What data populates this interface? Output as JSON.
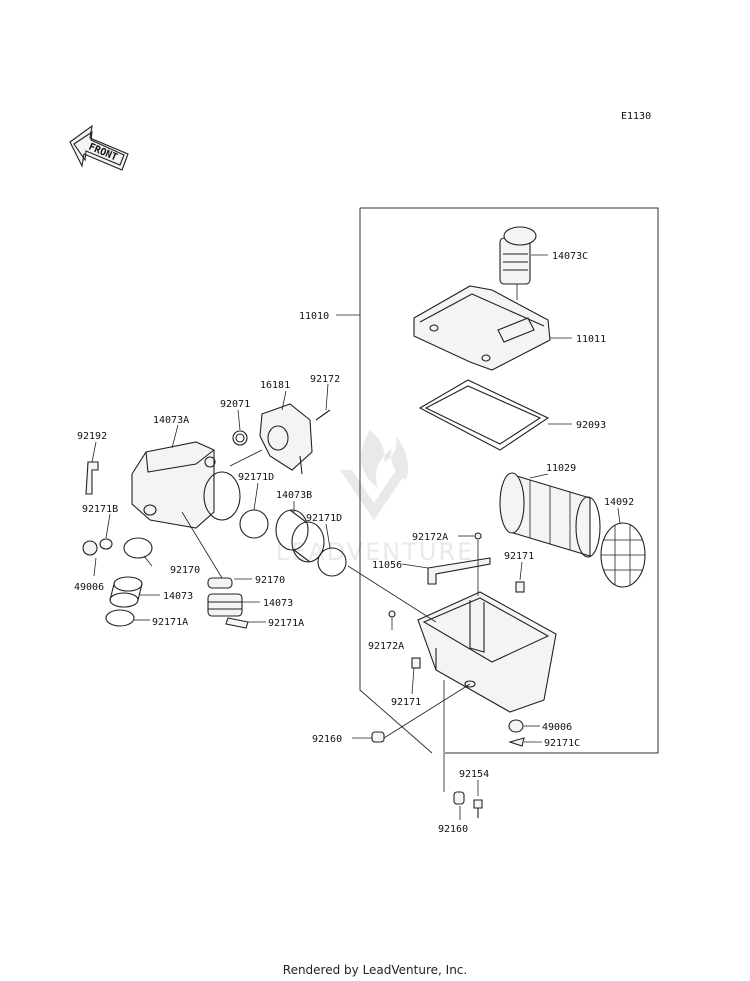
{
  "diagram_code": "E1130",
  "front_label": "FRONT",
  "watermark": "LEADVENTURE",
  "footer": "Rendered by LeadVenture, Inc.",
  "parts": [
    {
      "id": "p14073C",
      "label": "14073C"
    },
    {
      "id": "p11010",
      "label": "11010"
    },
    {
      "id": "p11011",
      "label": "11011"
    },
    {
      "id": "p16181",
      "label": "16181"
    },
    {
      "id": "p92172",
      "label": "92172"
    },
    {
      "id": "p92093",
      "label": "92093"
    },
    {
      "id": "p14073A",
      "label": "14073A"
    },
    {
      "id": "p92071",
      "label": "92071"
    },
    {
      "id": "p92192",
      "label": "92192"
    },
    {
      "id": "p11029",
      "label": "11029"
    },
    {
      "id": "p92171D_1",
      "label": "92171D"
    },
    {
      "id": "p14073B",
      "label": "14073B"
    },
    {
      "id": "p14092",
      "label": "14092"
    },
    {
      "id": "p92171B",
      "label": "92171B"
    },
    {
      "id": "p92171D_2",
      "label": "92171D"
    },
    {
      "id": "p92172A_1",
      "label": "92172A"
    },
    {
      "id": "p92171_1",
      "label": "92171"
    },
    {
      "id": "p11056",
      "label": "11056"
    },
    {
      "id": "p49006_1",
      "label": "49006"
    },
    {
      "id": "p92170_1",
      "label": "92170"
    },
    {
      "id": "p92170_2",
      "label": "92170"
    },
    {
      "id": "p14073_1",
      "label": "14073"
    },
    {
      "id": "p14073_2",
      "label": "14073"
    },
    {
      "id": "p92171A_1",
      "label": "92171A"
    },
    {
      "id": "p92171A_2",
      "label": "92171A"
    },
    {
      "id": "p92172A_2",
      "label": "92172A"
    },
    {
      "id": "p92171_2",
      "label": "92171"
    },
    {
      "id": "p49006_2",
      "label": "49006"
    },
    {
      "id": "p92160_1",
      "label": "92160"
    },
    {
      "id": "p92171C",
      "label": "92171C"
    },
    {
      "id": "p92154",
      "label": "92154"
    },
    {
      "id": "p92160_2",
      "label": "92160"
    }
  ]
}
